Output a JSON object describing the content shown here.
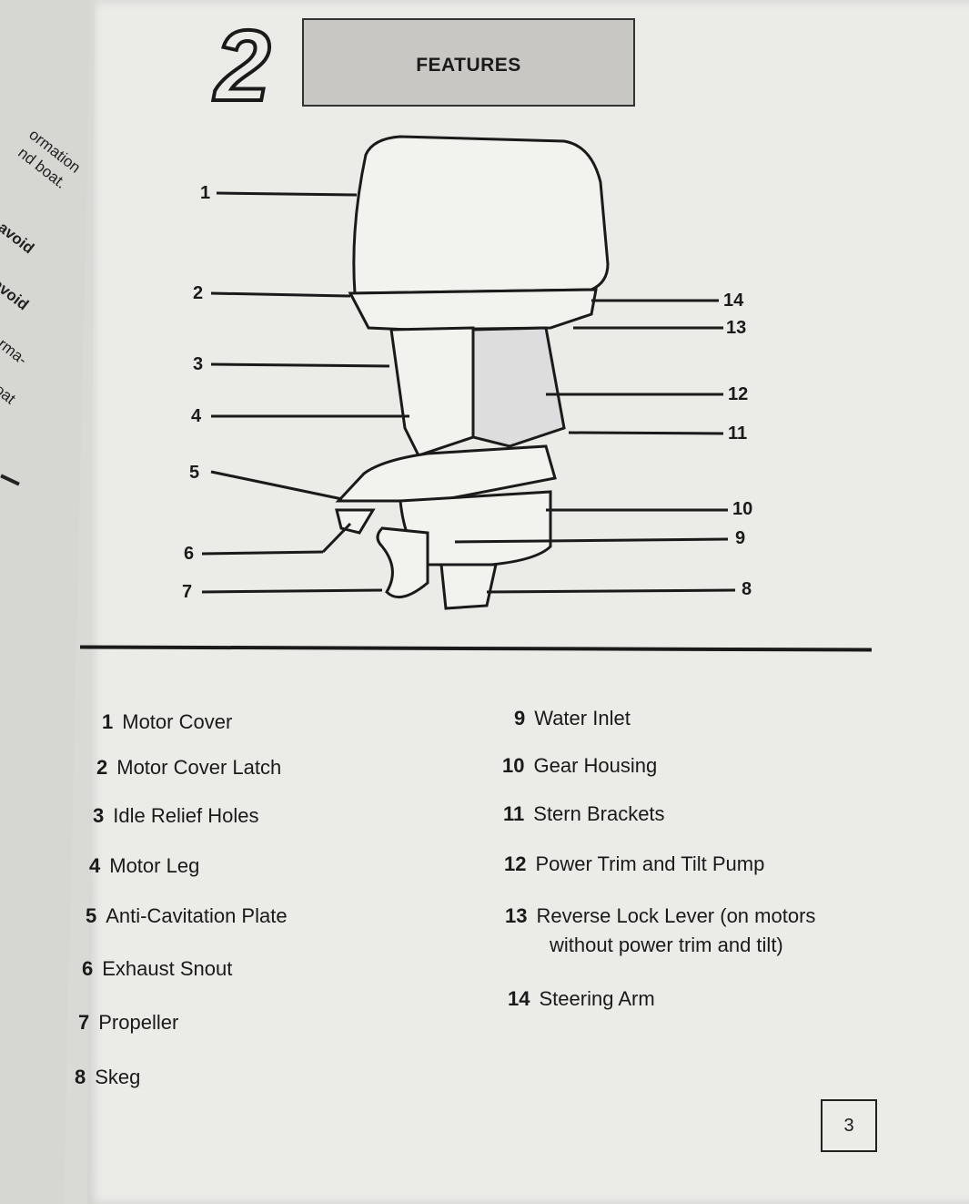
{
  "left_page_fragments": [
    "ormation",
    "nd boat.",
    "avoid",
    "avoid",
    "rma-",
    "oat"
  ],
  "chapter_number": "2",
  "header": {
    "title": "FEATURES"
  },
  "callouts": [
    "1",
    "2",
    "3",
    "4",
    "5",
    "6",
    "7",
    "8",
    "9",
    "10",
    "11",
    "12",
    "13",
    "14"
  ],
  "features_left": [
    {
      "num": "1",
      "label": "Motor Cover"
    },
    {
      "num": "2",
      "label": "Motor Cover Latch"
    },
    {
      "num": "3",
      "label": "Idle Relief Holes"
    },
    {
      "num": "4",
      "label": "Motor Leg"
    },
    {
      "num": "5",
      "label": "Anti-Cavitation Plate"
    },
    {
      "num": "6",
      "label": "Exhaust Snout"
    },
    {
      "num": "7",
      "label": "Propeller"
    },
    {
      "num": "8",
      "label": "Skeg"
    }
  ],
  "features_right": [
    {
      "num": "9",
      "label": "Water Inlet"
    },
    {
      "num": "10",
      "label": "Gear Housing"
    },
    {
      "num": "11",
      "label": "Stern Brackets"
    },
    {
      "num": "12",
      "label": "Power Trim and Tilt Pump"
    },
    {
      "num": "13",
      "label": "Reverse Lock Lever (on motors",
      "label2": "without power trim and tilt)"
    },
    {
      "num": "14",
      "label": "Steering Arm"
    }
  ],
  "page_number": "3"
}
